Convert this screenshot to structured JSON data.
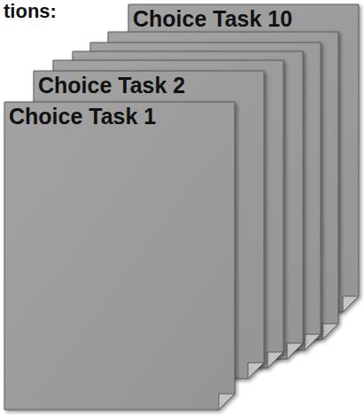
{
  "diagram": {
    "nodes": [
      {
        "text": [
          "Choice Task 10"
        ]
      },
      {
        "text": [
          "Choice Task 2"
        ]
      },
      {
        "text": [
          "Choice Task 1"
        ]
      }
    ],
    "labels": [
      "tions:"
    ]
  }
}
